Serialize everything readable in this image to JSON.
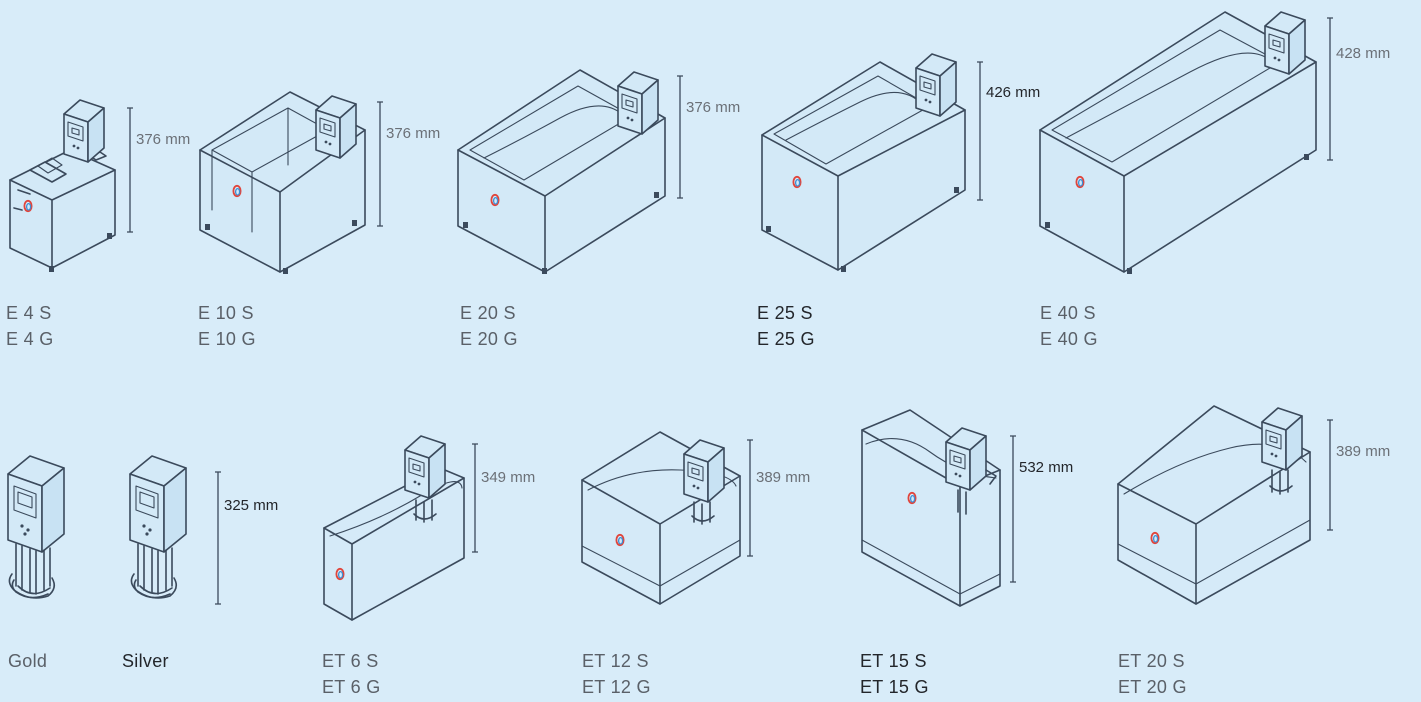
{
  "colors": {
    "background": "#d8ecf9",
    "line": "#3b4a5c",
    "muted_text": "#6b7077",
    "dark_text": "#23262b",
    "logo_red": "#e0453c",
    "logo_blue": "#3b8fd6"
  },
  "models": [
    {
      "id": "e4",
      "lines": [
        "E 4 S",
        "E 4 G"
      ],
      "height": "376 mm",
      "dark": false
    },
    {
      "id": "e10",
      "lines": [
        "E 10 S",
        "E 10 G"
      ],
      "height": "376 mm",
      "dark": false
    },
    {
      "id": "e20",
      "lines": [
        "E 20 S",
        "E 20 G"
      ],
      "height": "376 mm",
      "dark": false
    },
    {
      "id": "e25",
      "lines": [
        "E 25 S",
        "E 25 G"
      ],
      "height": "426 mm",
      "dark": true
    },
    {
      "id": "e40",
      "lines": [
        "E 40 S",
        "E 40 G"
      ],
      "height": "428 mm",
      "dark": false
    },
    {
      "id": "gold",
      "lines": [
        "Gold"
      ],
      "height": "",
      "dark": false
    },
    {
      "id": "silver",
      "lines": [
        "Silver"
      ],
      "height": "325 mm",
      "dark": true
    },
    {
      "id": "et6",
      "lines": [
        "ET 6 S",
        "ET 6 G"
      ],
      "height": "349 mm",
      "dark": false
    },
    {
      "id": "et12",
      "lines": [
        "ET 12 S",
        "ET 12 G"
      ],
      "height": "389 mm",
      "dark": false
    },
    {
      "id": "et15",
      "lines": [
        "ET 15 S",
        "ET 15 G"
      ],
      "height": "532 mm",
      "dark": true
    },
    {
      "id": "et20",
      "lines": [
        "ET 20 S",
        "ET 20 G"
      ],
      "height": "389 mm",
      "dark": false
    }
  ]
}
